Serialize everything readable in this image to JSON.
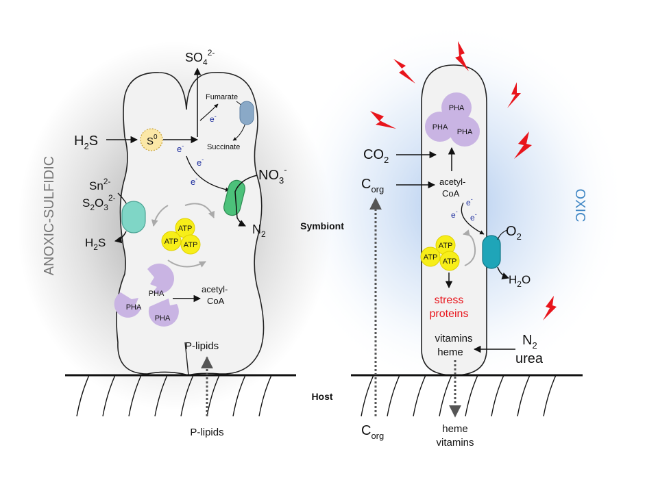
{
  "labels": {
    "anoxic": "ANOXIC-SULFIDIC",
    "oxic": "OXIC",
    "symbiont": "Symbiont",
    "host": "Host"
  },
  "left": {
    "so4": "SO",
    "so4_sub": "4",
    "so4_sup": "2-",
    "fumarate": "Fumarate",
    "succinate": "Succinate",
    "h2s_in": "H",
    "h2s_in_sub": "2",
    "h2s_in_end": "S",
    "s0": "S",
    "s0_sup": "0",
    "e": "e",
    "e_sup": "-",
    "no3": "NO",
    "no3_sub": "3",
    "no3_sup": "-",
    "n2": "N",
    "n2_sub": "2",
    "sn": "Sn",
    "sn_sup": "2-",
    "s2o3_a": "S",
    "s2o3_sub1": "2",
    "s2o3_b": "O",
    "s2o3_sub2": "3",
    "s2o3_sup": "2-",
    "h2s_out": "H",
    "h2s_out_sub": "2",
    "h2s_out_end": "S",
    "atp": "ATP",
    "pha": "PHA",
    "acetyl": "acetyl-",
    "coa": "CoA",
    "plipids_in": "P-lipids",
    "plipids_out": "P-lipids"
  },
  "right": {
    "pha": "PHA",
    "co2": "CO",
    "co2_sub": "2",
    "corg": "C",
    "corg_sub": "org",
    "acetyl": "acetyl-",
    "coa": "CoA",
    "e": "e",
    "e_sup": "-",
    "o2": "O",
    "o2_sub": "2",
    "h2o_a": "H",
    "h2o_sub": "2",
    "h2o_b": "O",
    "atp": "ATP",
    "stress1": "stress",
    "stress2": "proteins",
    "vitamins": "vitamins",
    "heme": "heme",
    "n2": "N",
    "n2_sub": "2",
    "urea": "urea",
    "corg_bottom": "C",
    "corg_bottom_sub": "org",
    "heme_out": "heme",
    "vitamins_out": "vitamins"
  },
  "colors": {
    "atp": "#f7ee19",
    "pha": "#c9b4e3",
    "transporter_teal": "#7fd6c6",
    "no3_reductase": "#4cc17a",
    "fumarate_reductase": "#8aa9c7",
    "oxidase": "#1fa5b8",
    "lightning": "#e8141b",
    "electron": "#1f2f9e",
    "stress": "#e8141b",
    "anoxic_label": "#777777",
    "oxic_label": "#3f86c4"
  }
}
